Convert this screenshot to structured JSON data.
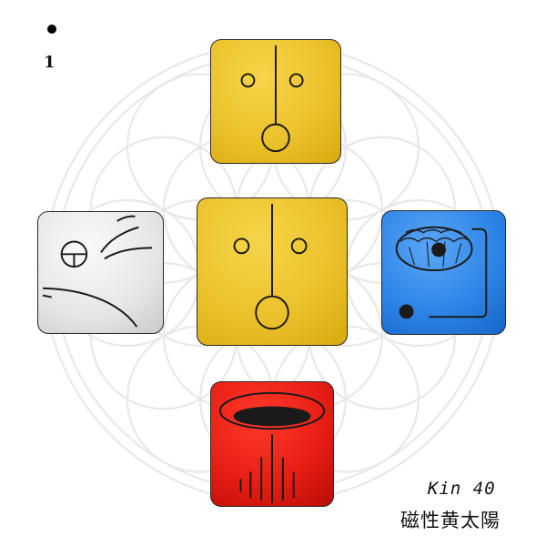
{
  "tone": {
    "dot_count": 1,
    "number": "1"
  },
  "kin": {
    "label": "Kin 40",
    "name": "磁性黄太陽"
  },
  "colors": {
    "yellow": "#ebc22c",
    "white": "#e6e6e6",
    "blue": "#2f86e8",
    "red": "#e81e14",
    "flower_of_life_stroke": "#e6e6e6"
  },
  "glyphs": [
    {
      "position": "top",
      "color": "yellow",
      "icon": "sun-glyph-icon"
    },
    {
      "position": "left",
      "color": "white",
      "icon": "wind-glyph-icon"
    },
    {
      "position": "center",
      "color": "yellow",
      "icon": "sun-glyph-icon"
    },
    {
      "position": "right",
      "color": "blue",
      "icon": "eagle-glyph-icon"
    },
    {
      "position": "bottom",
      "color": "red",
      "icon": "earth-glyph-icon"
    }
  ]
}
